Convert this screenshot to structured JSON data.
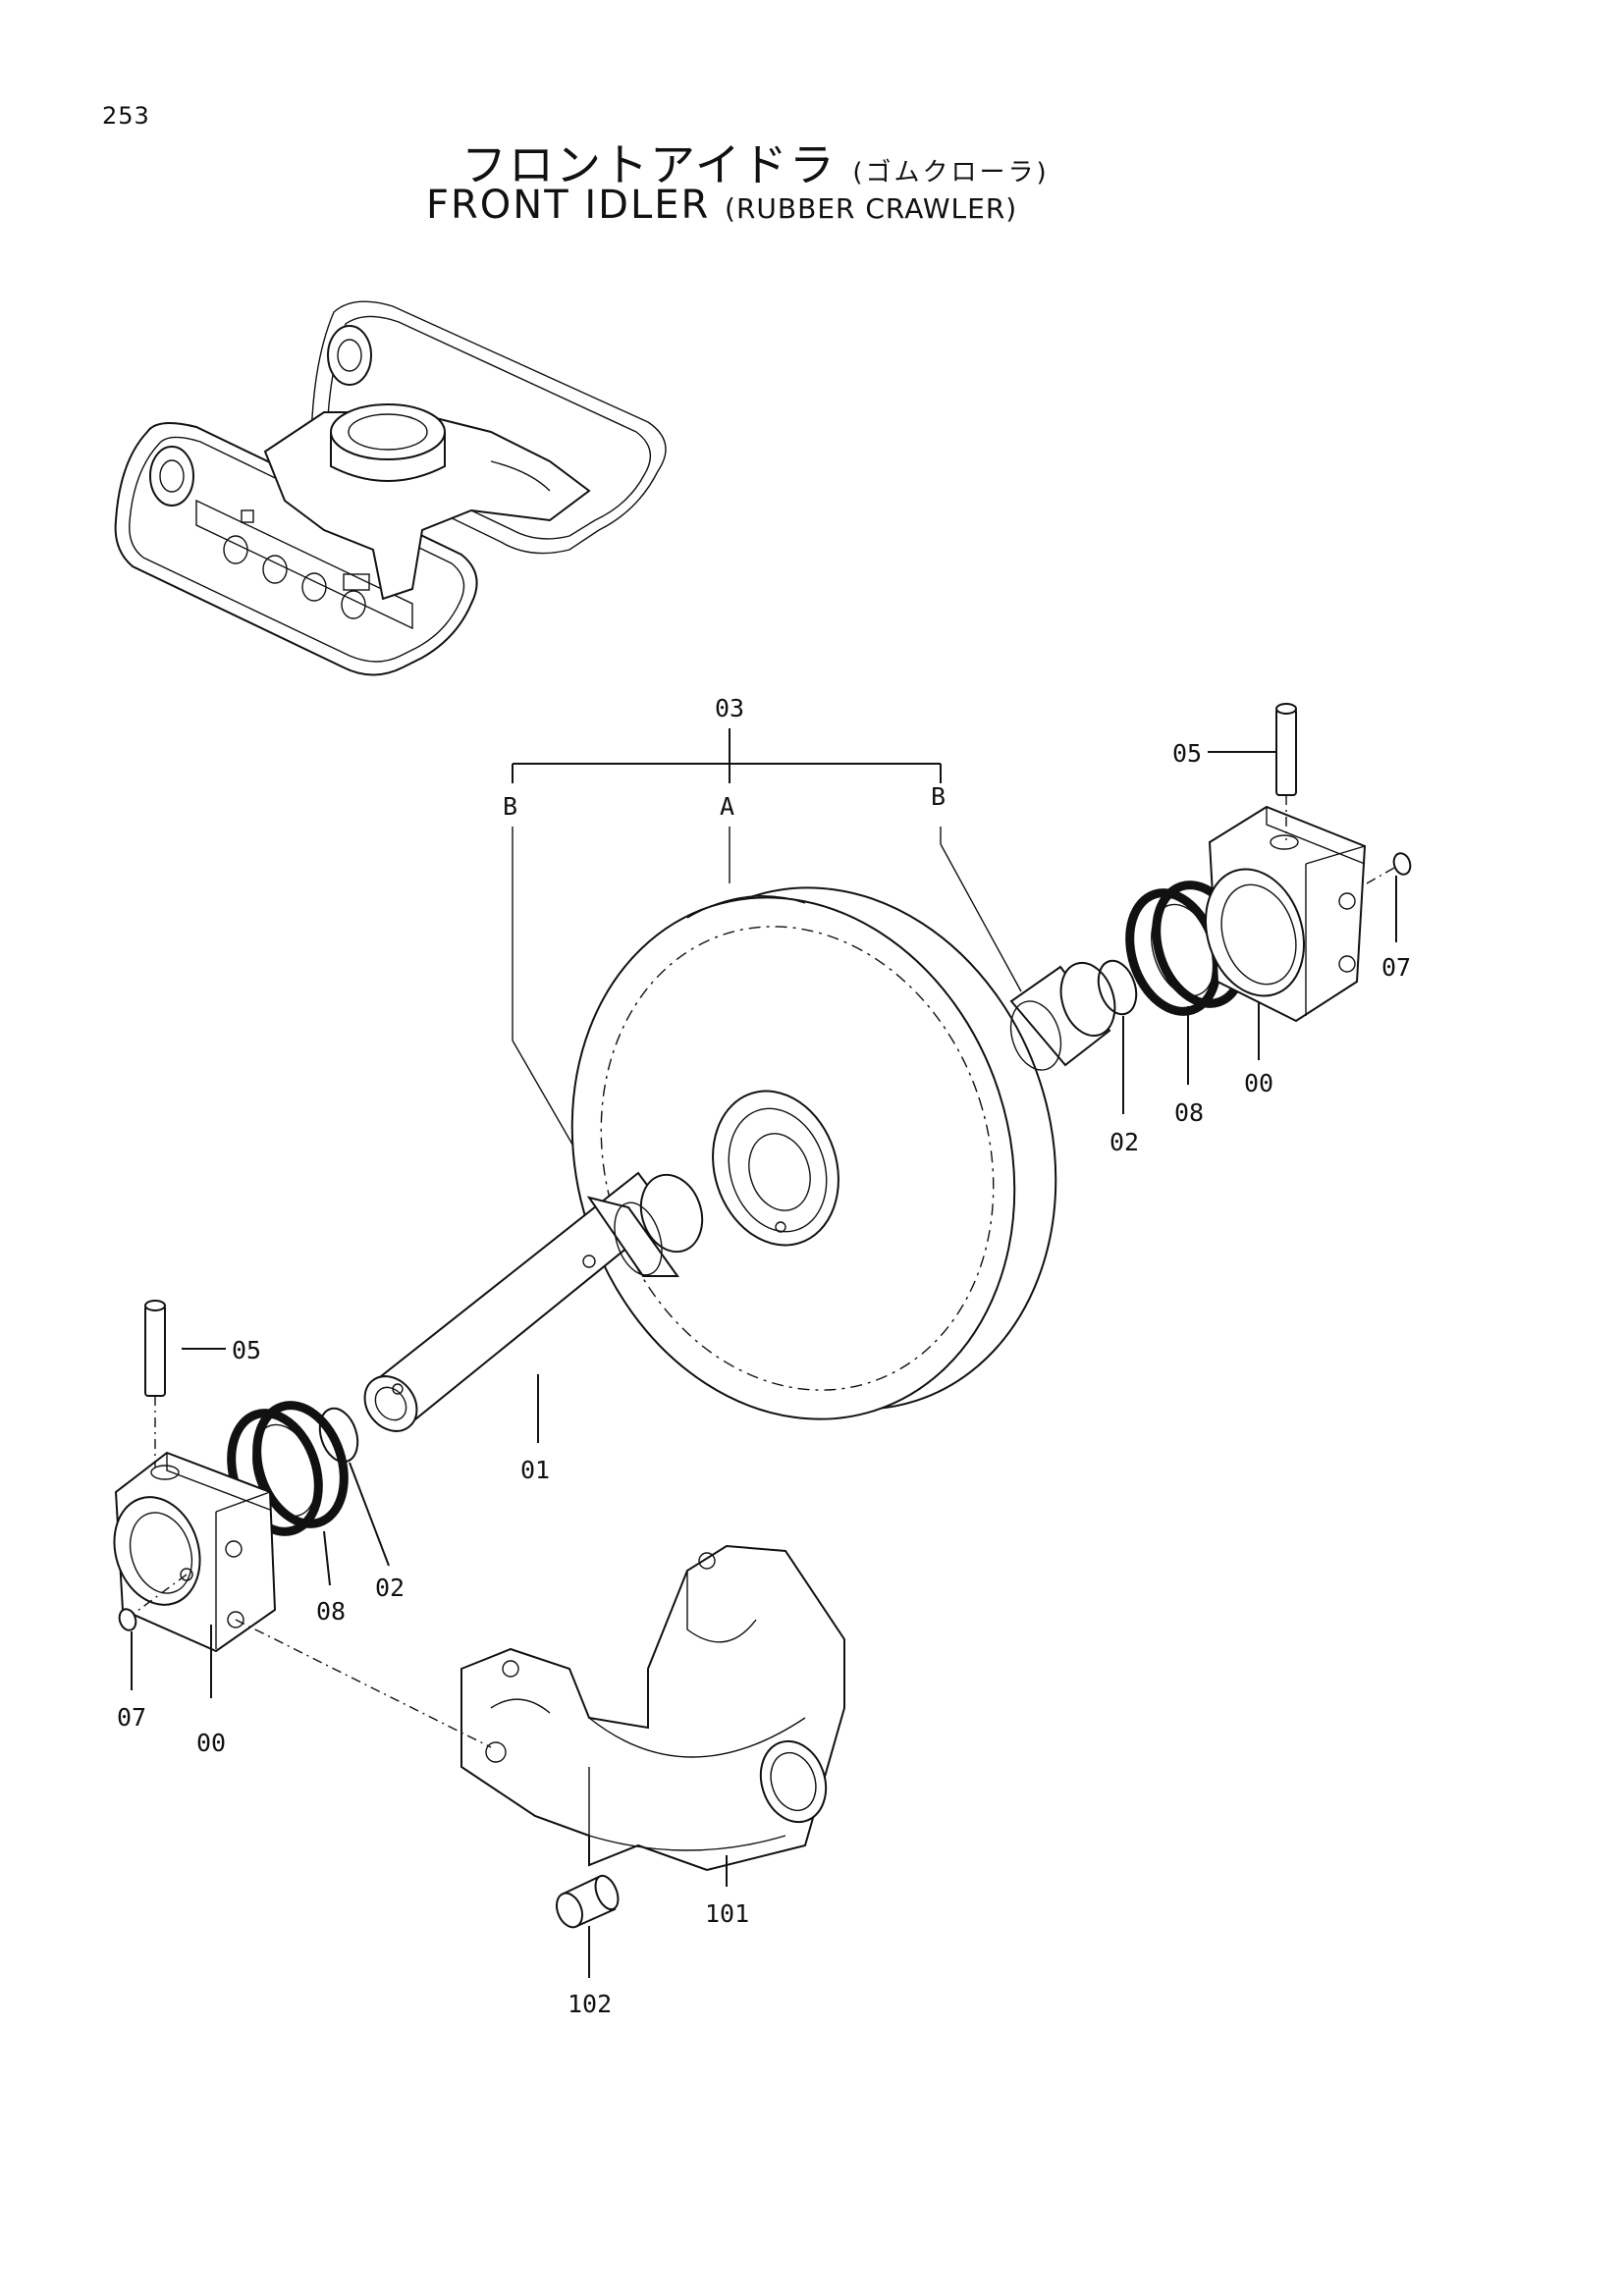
{
  "page_number": "253",
  "title": {
    "jp_main": "フロントアイドラ",
    "jp_sub": "(ゴムクローラ)",
    "en_main": "FRONT IDLER",
    "en_sub": "(RUBBER CRAWLER)"
  },
  "labels": {
    "assembly": "03",
    "a": "A",
    "b_left": "B",
    "b_right": "B",
    "pin_right": "05",
    "pin_left": "05",
    "plug_right": "07",
    "plug_left": "07",
    "housing_right": "00",
    "housing_left": "00",
    "seal_right": "08",
    "seal_left": "08",
    "oring_right": "02",
    "oring_left": "02",
    "shaft": "01",
    "yoke": "101",
    "bolt": "102"
  }
}
